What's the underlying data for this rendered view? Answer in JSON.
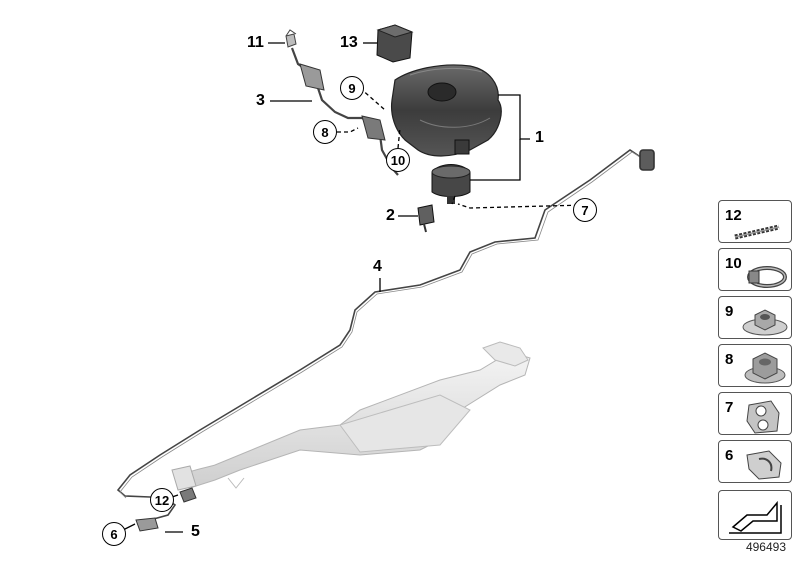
{
  "callouts": {
    "c1": "1",
    "c2": "2",
    "c3": "3",
    "c4": "4",
    "c5": "5",
    "c6": "6",
    "c7": "7",
    "c8": "8",
    "c9": "9",
    "c10": "10",
    "c11": "11",
    "c12": "12",
    "c13": "13"
  },
  "legend": [
    {
      "num": "12",
      "icon": "hose-band-icon"
    },
    {
      "num": "10",
      "icon": "hose-clamp-icon"
    },
    {
      "num": "9",
      "icon": "collar-nut-icon"
    },
    {
      "num": "8",
      "icon": "flange-nut-icon"
    },
    {
      "num": "7",
      "icon": "pipe-clip-icon"
    },
    {
      "num": "6",
      "icon": "retainer-clip-icon"
    },
    {
      "num": "",
      "icon": "arrow-symbol-icon"
    }
  ],
  "reference_number": "496493"
}
